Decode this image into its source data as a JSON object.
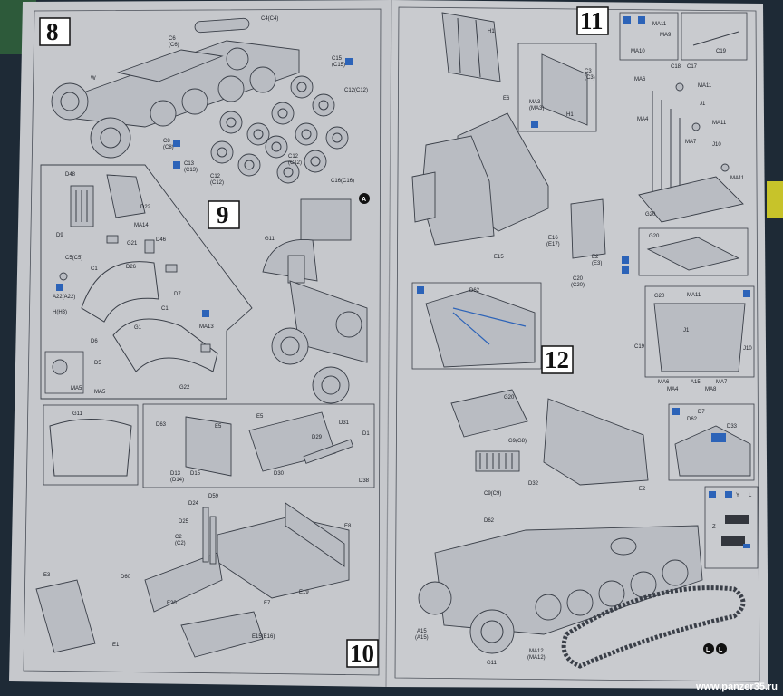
{
  "watermark": "www.panzer35.ru",
  "colors": {
    "paper": "#c9cbce",
    "ink": "#3a3f48",
    "accent": "#2c63b8",
    "background": "#1e2a36"
  },
  "steps": [
    {
      "number": "8"
    },
    {
      "number": "9"
    },
    {
      "number": "10"
    },
    {
      "number": "11"
    },
    {
      "number": "12"
    }
  ],
  "labels": {
    "c4": "C4(C4)",
    "c6": "C6",
    "c6b": "(C6)",
    "w": "W",
    "c15": "C15",
    "c15b": "(C15)",
    "c12a": "C12(C12)",
    "c8": "C8",
    "c8b": "(C8)",
    "c13": "C13",
    "c13b": "(C13)",
    "c12b": "C12",
    "c12bb": "(C12)",
    "c12c": "C12",
    "c12cb": "(C12)",
    "c16": "C16(C16)",
    "d48": "D48",
    "d22": "D22",
    "d9": "D9",
    "ma14": "MA14",
    "g21": "G21",
    "d46": "D46",
    "c5": "C5(C5)",
    "d26": "D26",
    "d7": "D7",
    "a22": "A22(A22)",
    "h": "H(H3)",
    "c1a": "C1",
    "c1b": "C1",
    "g1": "G1",
    "d6": "D6",
    "ma13": "MA13",
    "d5": "D5",
    "ma5a": "MA5",
    "ma5b": "MA5",
    "g22": "G22",
    "g11a": "G11",
    "a": "A",
    "g11b": "G11",
    "d63": "D63",
    "e5a": "E5",
    "e5b": "E5",
    "d31": "D31",
    "d29": "D29",
    "d1": "D1",
    "d13": "D13",
    "d14": "(D14)",
    "d15": "D15",
    "d30": "D30",
    "d38": "D38",
    "d24": "D24",
    "d59": "D59",
    "d25": "D25",
    "c2": "C2",
    "c2b": "(C2)",
    "e8": "E8",
    "e3": "E3",
    "d60": "D60",
    "e20": "E20",
    "e7": "E7",
    "e19": "E19",
    "e1": "E1",
    "e15": "E15(E16)",
    "h1a": "H1",
    "e6": "E6",
    "c3": "C3",
    "c3b": "(C3)",
    "ma3": "MA3",
    "ma3b": "(MA3)",
    "h1b": "H1",
    "e15b": "E15",
    "e16": "E16",
    "e17": "(E17)",
    "c20": "C20",
    "c20b": "(C20)",
    "e2a": "E2",
    "e3b": "(E3)",
    "ma11a": "MA11",
    "ma9": "MA9",
    "ma10": "MA10",
    "c19a": "C19",
    "c18": "C18",
    "c17": "C17",
    "ma6a": "MA6",
    "ma11b": "MA11",
    "ma4a": "MA4",
    "j1": "J1",
    "ma11c": "MA11",
    "ma7a": "MA7",
    "j10a": "J10",
    "ma11d": "MA11",
    "g20a": "G20",
    "g20b": "G20",
    "d62a": "D62",
    "g20c": "G20",
    "ma11e": "MA11",
    "j1b": "J1",
    "c19b": "C19",
    "j10b": "J10",
    "ma6b": "MA6",
    "a15a": "A15",
    "ma7b": "MA7",
    "ma4b": "MA4",
    "ma8": "MA8",
    "g20d": "G20",
    "g9": "G9(G8)",
    "c9": "C9(C9)",
    "d32": "D32",
    "e2b": "E2",
    "d62b": "D62",
    "d7b": "D7",
    "d62c": "D62",
    "d33": "D33",
    "a15b": "A15",
    "a15c": "(A15)",
    "g11c": "G11",
    "ma12": "MA12",
    "ma12b": "(MA12)",
    "y": "Y",
    "l1": "L",
    "z": "Z",
    "l2": "L",
    "l3": "L"
  }
}
